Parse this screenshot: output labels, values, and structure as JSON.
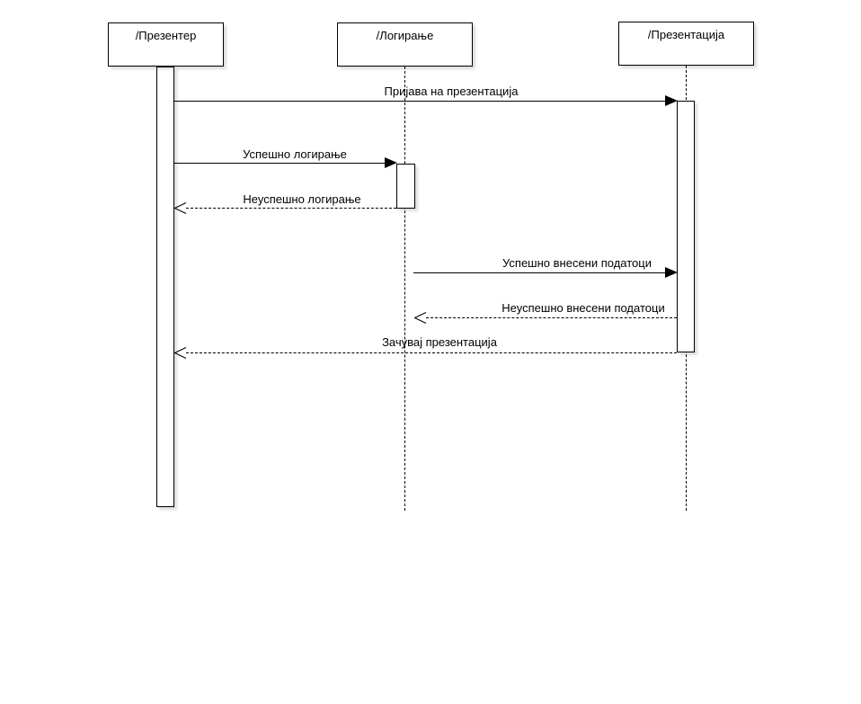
{
  "diagram": {
    "type": "uml-sequence-diagram",
    "colors": {
      "line": "#000000",
      "fill": "#ffffff",
      "background": "#ffffff",
      "shadow": "#d0d0d0"
    },
    "actors": [
      {
        "label": "/Презентер"
      },
      {
        "label": "/Логирање"
      },
      {
        "label": "/Презентација"
      }
    ],
    "messages": [
      {
        "label": "Пријава на презентација",
        "from": "/Презентер",
        "to": "/Презентација",
        "style": "solid",
        "arrow": "filled"
      },
      {
        "label": "Успешно логирање",
        "from": "/Презентер",
        "to": "/Логирање",
        "style": "solid",
        "arrow": "filled"
      },
      {
        "label": "Неуспешно логирање",
        "from": "/Логирање",
        "to": "/Презентер",
        "style": "dashed",
        "arrow": "open"
      },
      {
        "label": "Успешно внесени податоци",
        "from": "/Логирање",
        "to": "/Презентација",
        "style": "solid",
        "arrow": "filled"
      },
      {
        "label": "Неуспешно внесени податоци",
        "from": "/Презентација",
        "to": "/Логирање",
        "style": "dashed",
        "arrow": "open"
      },
      {
        "label": "Зачувај презентација",
        "from": "/Презентација",
        "to": "/Презентер",
        "style": "dashed",
        "arrow": "open"
      }
    ]
  }
}
